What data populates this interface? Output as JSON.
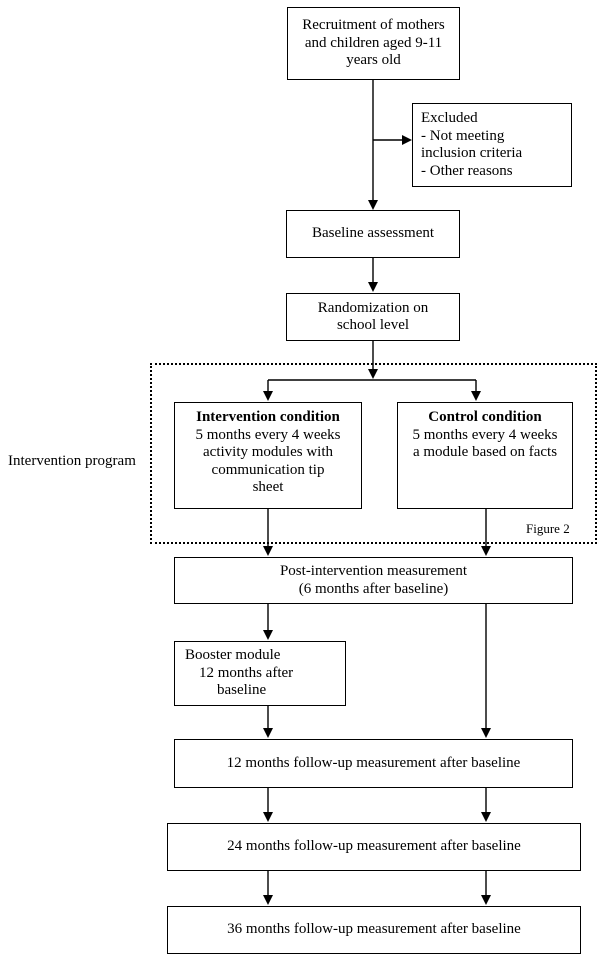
{
  "recruitment": [
    "Recruitment of mothers",
    "and children aged 9-11",
    "years old"
  ],
  "excluded": [
    "Excluded",
    "- Not meeting",
    "inclusion criteria",
    "- Other reasons"
  ],
  "baseline": "Baseline assessment",
  "randomization": [
    "Randomization on",
    "school level"
  ],
  "intervention_program_label": "Intervention program",
  "figure_label": "Figure 2",
  "intervention": {
    "title": "Intervention condition",
    "lines": [
      "5 months every 4 weeks",
      "activity modules with",
      "communication tip",
      "sheet"
    ]
  },
  "control": {
    "title": "Control condition",
    "lines": [
      "5 months every 4 weeks",
      "a module based on facts"
    ]
  },
  "post": [
    "Post-intervention measurement",
    "(6 months after baseline)"
  ],
  "booster": [
    "Booster module",
    "12 months after",
    "baseline"
  ],
  "followup12": "12 months follow-up measurement after baseline",
  "followup24": "24 months follow-up measurement after baseline",
  "followup36": "36 months follow-up measurement after baseline"
}
